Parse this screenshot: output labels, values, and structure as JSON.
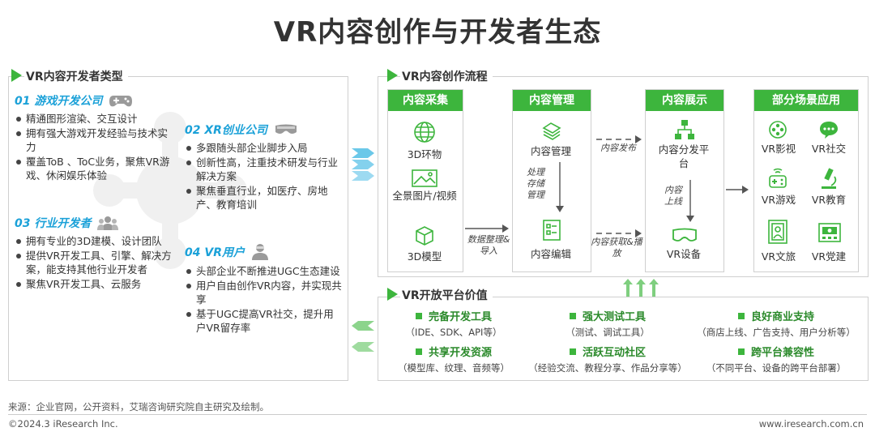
{
  "title": "VR内容创作与开发者生态",
  "left_panel": {
    "title": "VR内容开发者类型",
    "categories": [
      {
        "title": "01 游戏开发公司",
        "icon": "gamepad-icon",
        "bullets": [
          "精通图形渲染、交互设计",
          "拥有强大游戏开发经验与技术实力",
          "覆盖ToB 、ToC业务，聚焦VR游戏、休闲娱乐体验"
        ]
      },
      {
        "title": "02 XR创业公司",
        "icon": "vr-headset-icon",
        "bullets": [
          "多跟随头部企业脚步入局",
          "创新性高，注重技术研发与行业解决方案",
          "聚焦垂直行业，如医疗、房地产、教育培训"
        ]
      },
      {
        "title": "03 行业开发者",
        "icon": "group-icon",
        "bullets": [
          "拥有专业的3D建模、设计团队",
          "提供VR开发工具、引擎、解决方案，能支持其他行业开发者",
          "聚焦VR开发工具、云服务"
        ]
      },
      {
        "title": "04 VR用户",
        "icon": "user-icon",
        "bullets": [
          "头部企业不断推进UGC生态建设",
          "用户自由创作VR内容，并实现共享",
          "基于UGC提高VR社交，提升用户VR留存率"
        ]
      }
    ]
  },
  "flow_panel": {
    "title": "VR内容创作流程",
    "columns": [
      {
        "header": "内容采集",
        "items": [
          "3D环物",
          "全景图片/视频",
          "3D模型"
        ]
      },
      {
        "header": "内容管理",
        "items": [
          "内容管理",
          "内容编辑"
        ],
        "side_label": "处理存储管理"
      },
      {
        "header": "内容展示",
        "items": [
          "内容分发平台",
          "VR设备"
        ],
        "side_label": "内容上线"
      },
      {
        "header": "部分场景应用",
        "items": [
          "VR影视",
          "VR社交",
          "VR游戏",
          "VR教育",
          "VR文旅",
          "VR党建"
        ]
      }
    ],
    "arrow_labels": {
      "a1": "数据整理&导入",
      "a2": "内容发布",
      "a3": "内容获取&播放"
    }
  },
  "platform_panel": {
    "title": "VR开放平台价值",
    "items": [
      {
        "title": "完备开发工具",
        "desc": "（IDE、SDK、API等）"
      },
      {
        "title": "强大测试工具",
        "desc": "（测试、调试工具）"
      },
      {
        "title": "良好商业支持",
        "desc": "（商店上线、广告支持、用户分析等）"
      },
      {
        "title": "共享开发资源",
        "desc": "（模型库、纹理、音频等）"
      },
      {
        "title": "活跃互动社区",
        "desc": "（经验交流、教程分享、作品分享等）"
      },
      {
        "title": "跨平台兼容性",
        "desc": "（不同平台、设备的跨平台部署）"
      }
    ]
  },
  "footer": {
    "source": "来源：企业官网，公开资料，艾瑞咨询研究院自主研究及绘制。",
    "copyright": "©2024.3 iResearch Inc.",
    "website": "www.iresearch.com.cn"
  },
  "colors": {
    "accent_green": "#3db53d",
    "accent_blue": "#1ba1d8",
    "arrow_blue": "#5bc2e7",
    "arrow_green": "#7fcf7f"
  }
}
